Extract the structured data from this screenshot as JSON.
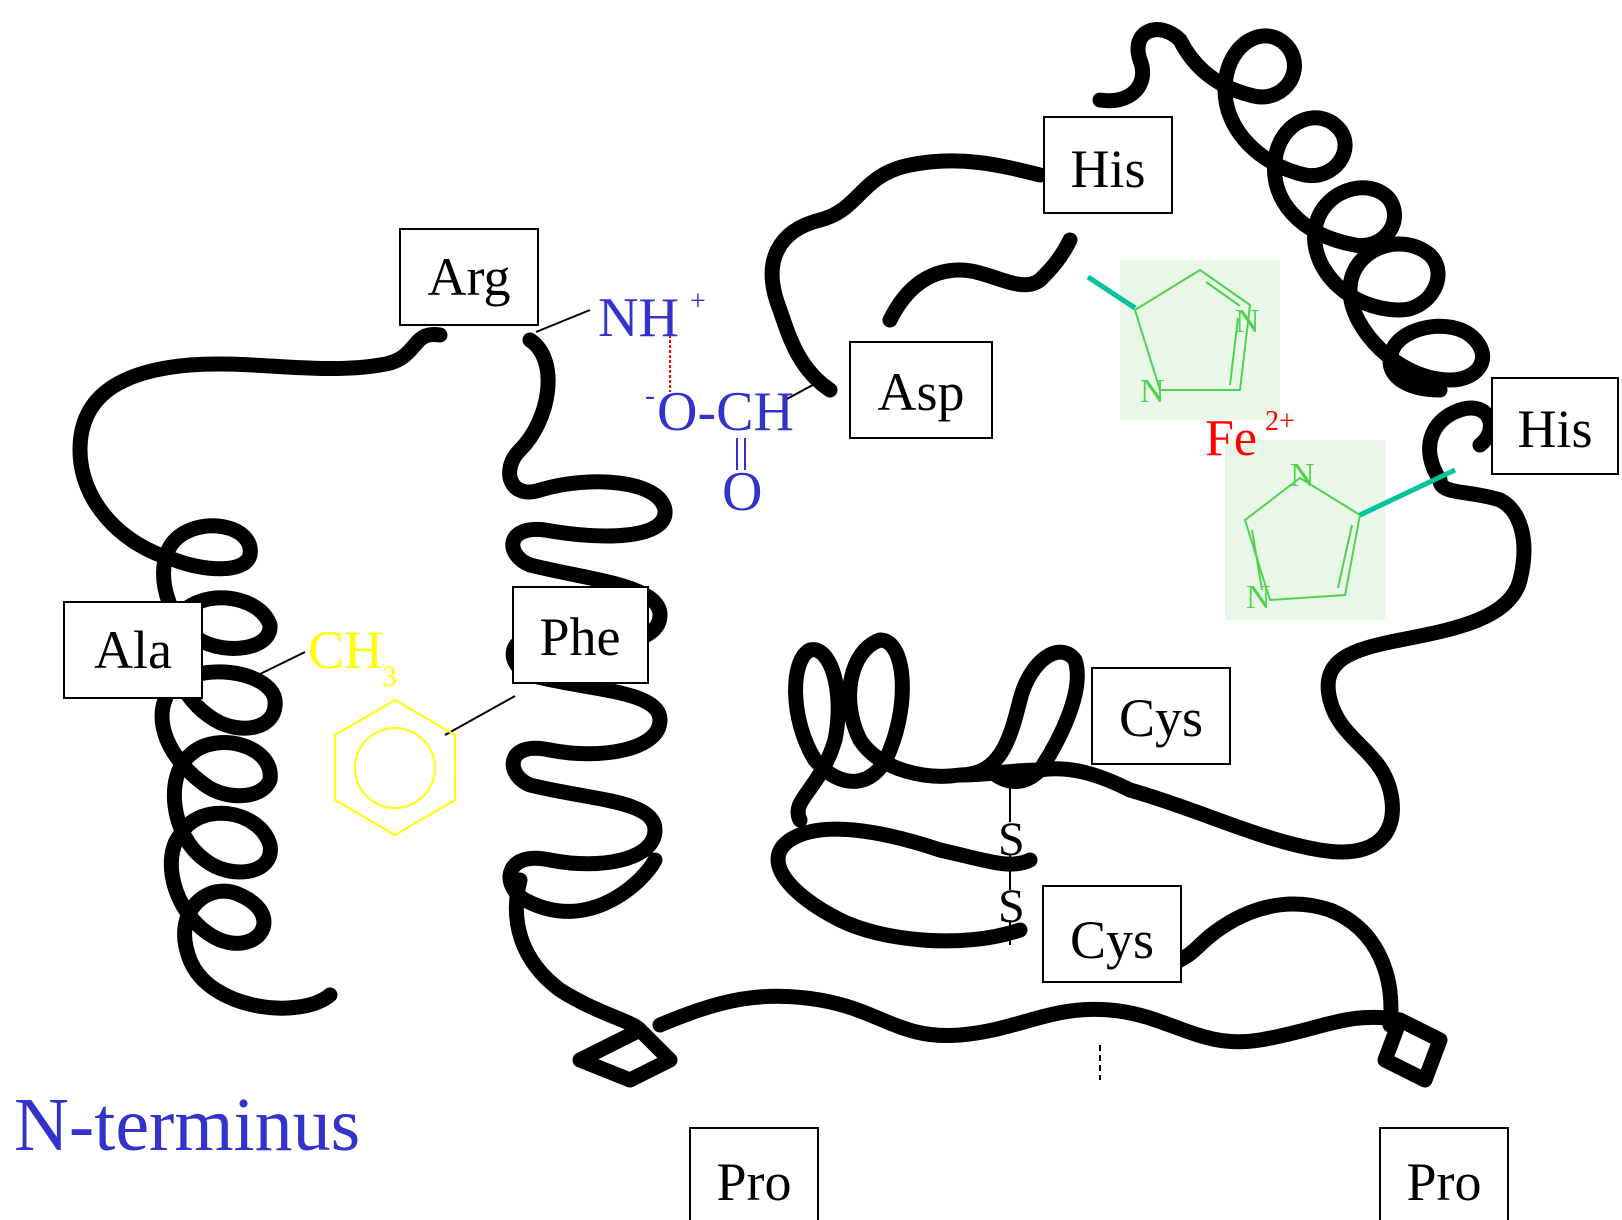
{
  "residues": {
    "arg": "Arg",
    "ala": "Ala",
    "phe": "Phe",
    "his_top": "His",
    "his_right": "His",
    "asp": "Asp",
    "cys_top": "Cys",
    "cys_bottom": "Cys",
    "pro_left": "Pro",
    "pro_right": "Pro"
  },
  "chemistry": {
    "nh": "NH",
    "nh_charge": "+",
    "o_charge": "-",
    "ocoo": "O-CH",
    "carbonyl_o": "O",
    "ch3_main": "CH",
    "ch3_sub": "3",
    "fe": "Fe",
    "fe_charge": "2+",
    "disulfide_s1": "S",
    "disulfide_s2": "S",
    "ring_n": "N"
  },
  "terminus": {
    "n": "N",
    "rest": "-terminus"
  },
  "colors": {
    "chain": "#000000",
    "acid_base": "#3333cc",
    "methyl_phenyl": "#ffff00",
    "iron": "#ff0000",
    "imidazole": "#4fd34f",
    "coordination_bond": "#00c49a",
    "hydrogen_bond": "#ff0000"
  }
}
